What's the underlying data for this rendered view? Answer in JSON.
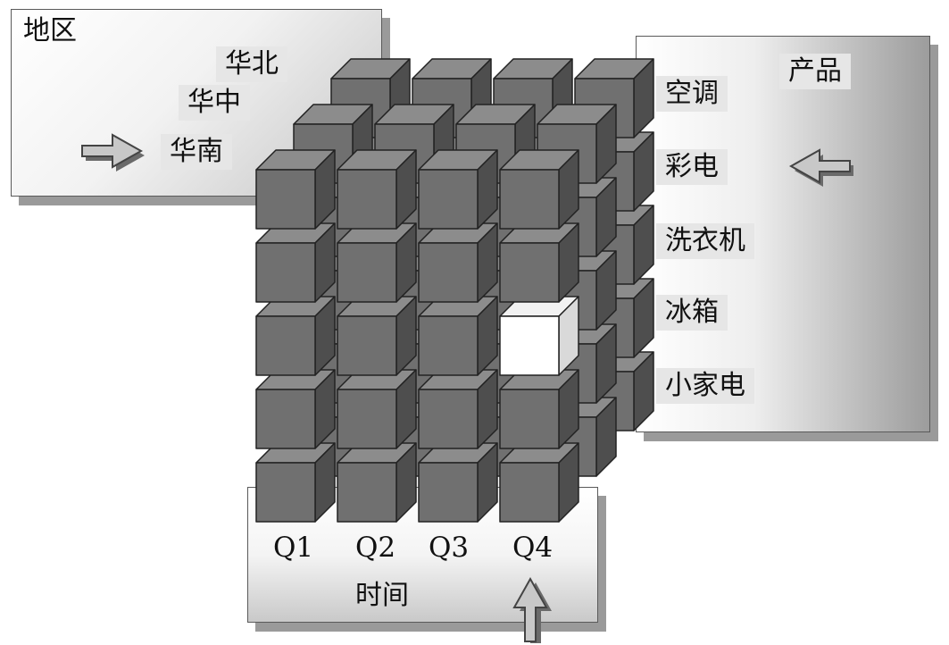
{
  "region": {
    "title": "地区",
    "items": [
      "华北",
      "华中",
      "华南"
    ],
    "pointer": "华南"
  },
  "product": {
    "title": "产品",
    "items": [
      "空调",
      "彩电",
      "洗衣机",
      "冰箱",
      "小家电"
    ],
    "pointer": "彩电"
  },
  "time": {
    "title": "时间",
    "quarters": [
      "Q1",
      "Q2",
      "Q3",
      "Q4"
    ]
  },
  "cube": {
    "layers": 3,
    "rows": 5,
    "columns": 4,
    "highlighted": {
      "region": "华南",
      "product": "洗衣机",
      "quarter": "Q4"
    },
    "colors": {
      "face": "#707070",
      "top": "#8c8c8c",
      "side": "#4e4e4e",
      "highlight": "#ffffff",
      "outline": "#222222"
    }
  }
}
